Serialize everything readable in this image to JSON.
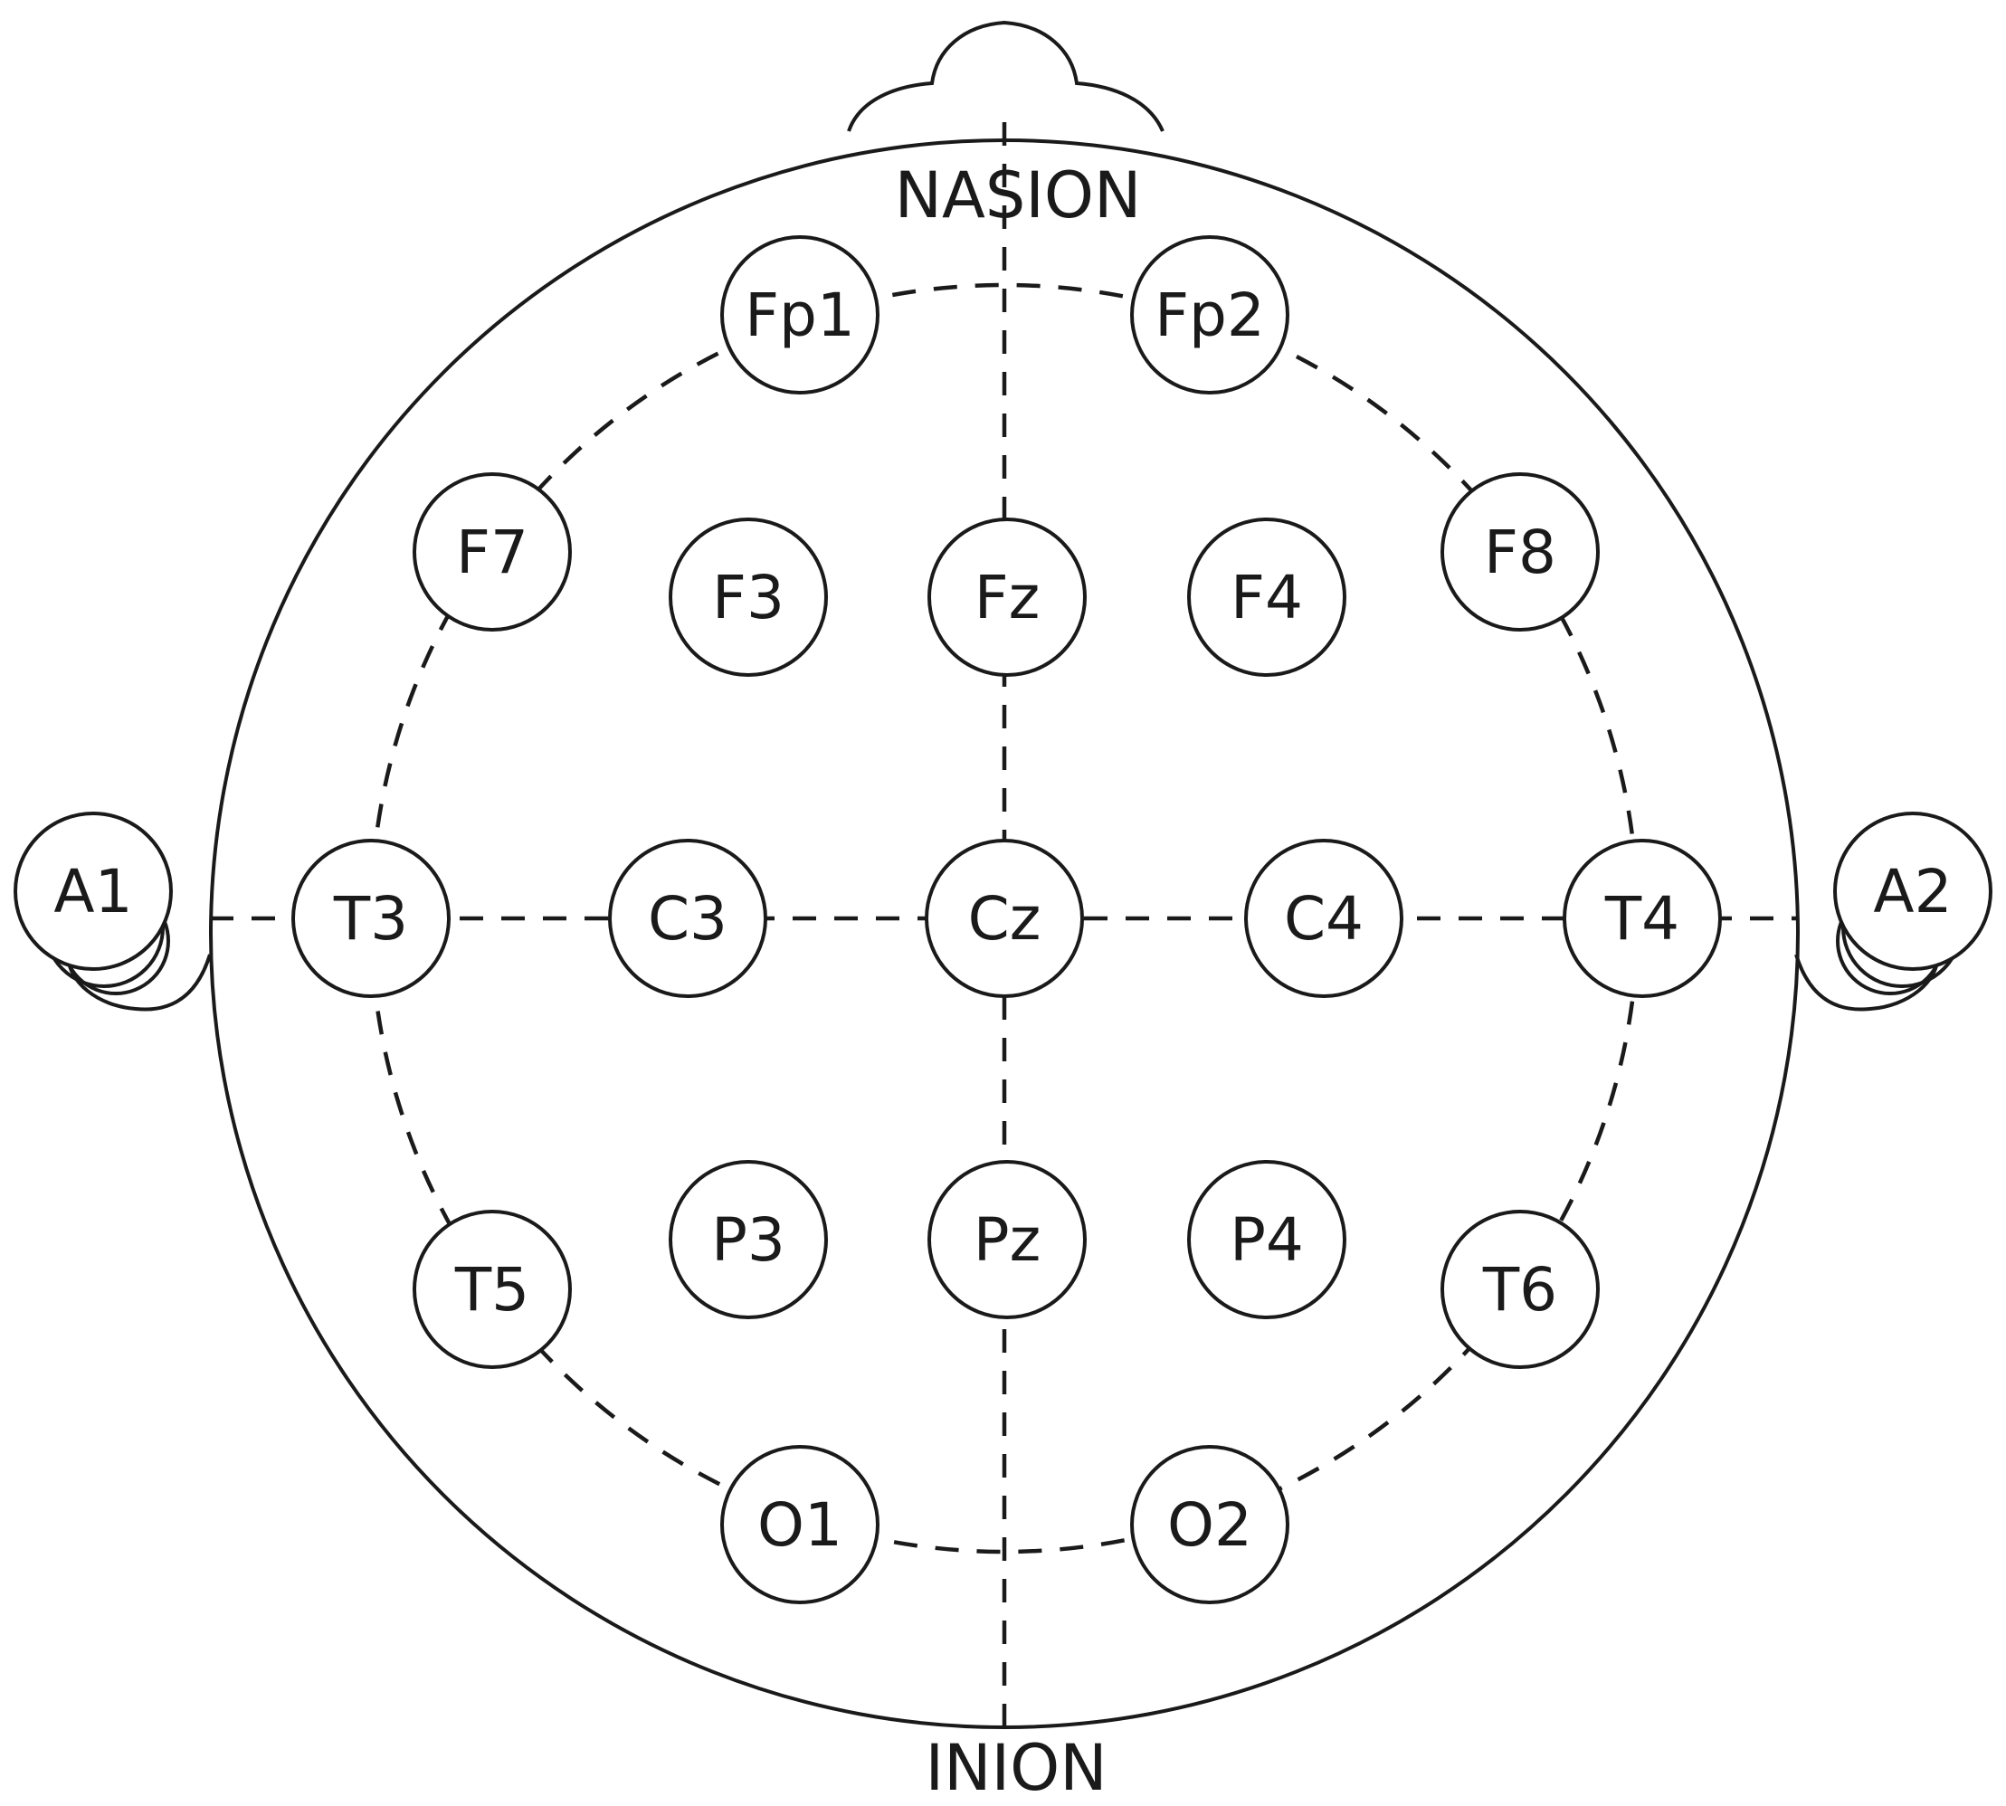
{
  "landmarks": {
    "nasion": "NASION",
    "inion": "INION"
  },
  "electrodes": [
    {
      "id": "fp1",
      "label": "Fp1"
    },
    {
      "id": "fp2",
      "label": "Fp2"
    },
    {
      "id": "f7",
      "label": "F7"
    },
    {
      "id": "f3",
      "label": "F3"
    },
    {
      "id": "fz",
      "label": "Fz"
    },
    {
      "id": "f4",
      "label": "F4"
    },
    {
      "id": "f8",
      "label": "F8"
    },
    {
      "id": "a1",
      "label": "A1"
    },
    {
      "id": "t3",
      "label": "T3"
    },
    {
      "id": "c3",
      "label": "C3"
    },
    {
      "id": "cz",
      "label": "Cz"
    },
    {
      "id": "c4",
      "label": "C4"
    },
    {
      "id": "t4",
      "label": "T4"
    },
    {
      "id": "a2",
      "label": "A2"
    },
    {
      "id": "t5",
      "label": "T5"
    },
    {
      "id": "p3",
      "label": "P3"
    },
    {
      "id": "pz",
      "label": "Pz"
    },
    {
      "id": "p4",
      "label": "P4"
    },
    {
      "id": "t6",
      "label": "T6"
    },
    {
      "id": "o1",
      "label": "O1"
    },
    {
      "id": "o2",
      "label": "O2"
    }
  ]
}
